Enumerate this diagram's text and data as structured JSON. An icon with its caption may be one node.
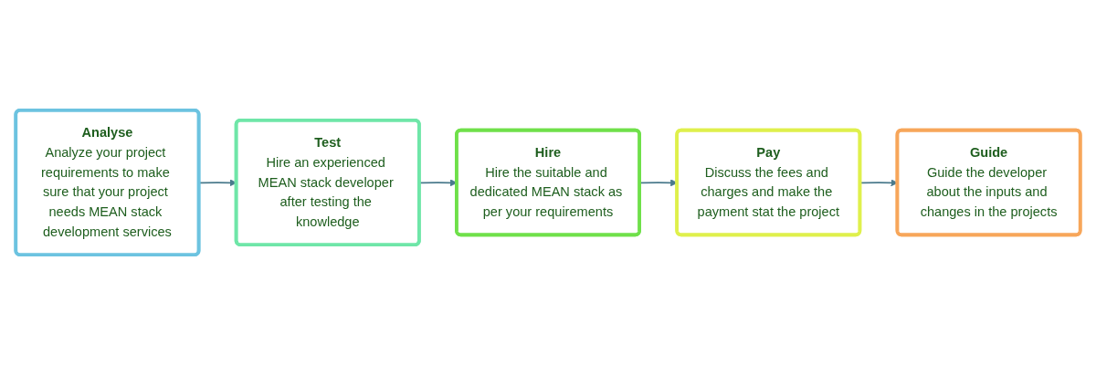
{
  "diagram": {
    "nodes": [
      {
        "text": [
          "Analyse",
          "Analyze your project requirements to make sure that your project needs MEAN stack development services"
        ]
      },
      {
        "text": [
          "Test",
          "Hire an experienced MEAN stack developer after testing the knowledge"
        ]
      },
      {
        "text": [
          "Hire",
          "Hire the suitable and dedicated MEAN stack as per your requirements"
        ]
      },
      {
        "text": [
          "Pay",
          "Discuss the fees and charges and make the payment stat the project"
        ]
      },
      {
        "text": [
          "Guide",
          "Guide the developer about the inputs and changes in the projects"
        ]
      }
    ],
    "edges": [
      {
        "from": 0,
        "to": 1,
        "arrow": "to"
      },
      {
        "from": 1,
        "to": 2,
        "arrow": "to"
      },
      {
        "from": 2,
        "to": 3,
        "arrow": "to"
      },
      {
        "from": 3,
        "to": 4,
        "arrow": "to"
      }
    ]
  }
}
